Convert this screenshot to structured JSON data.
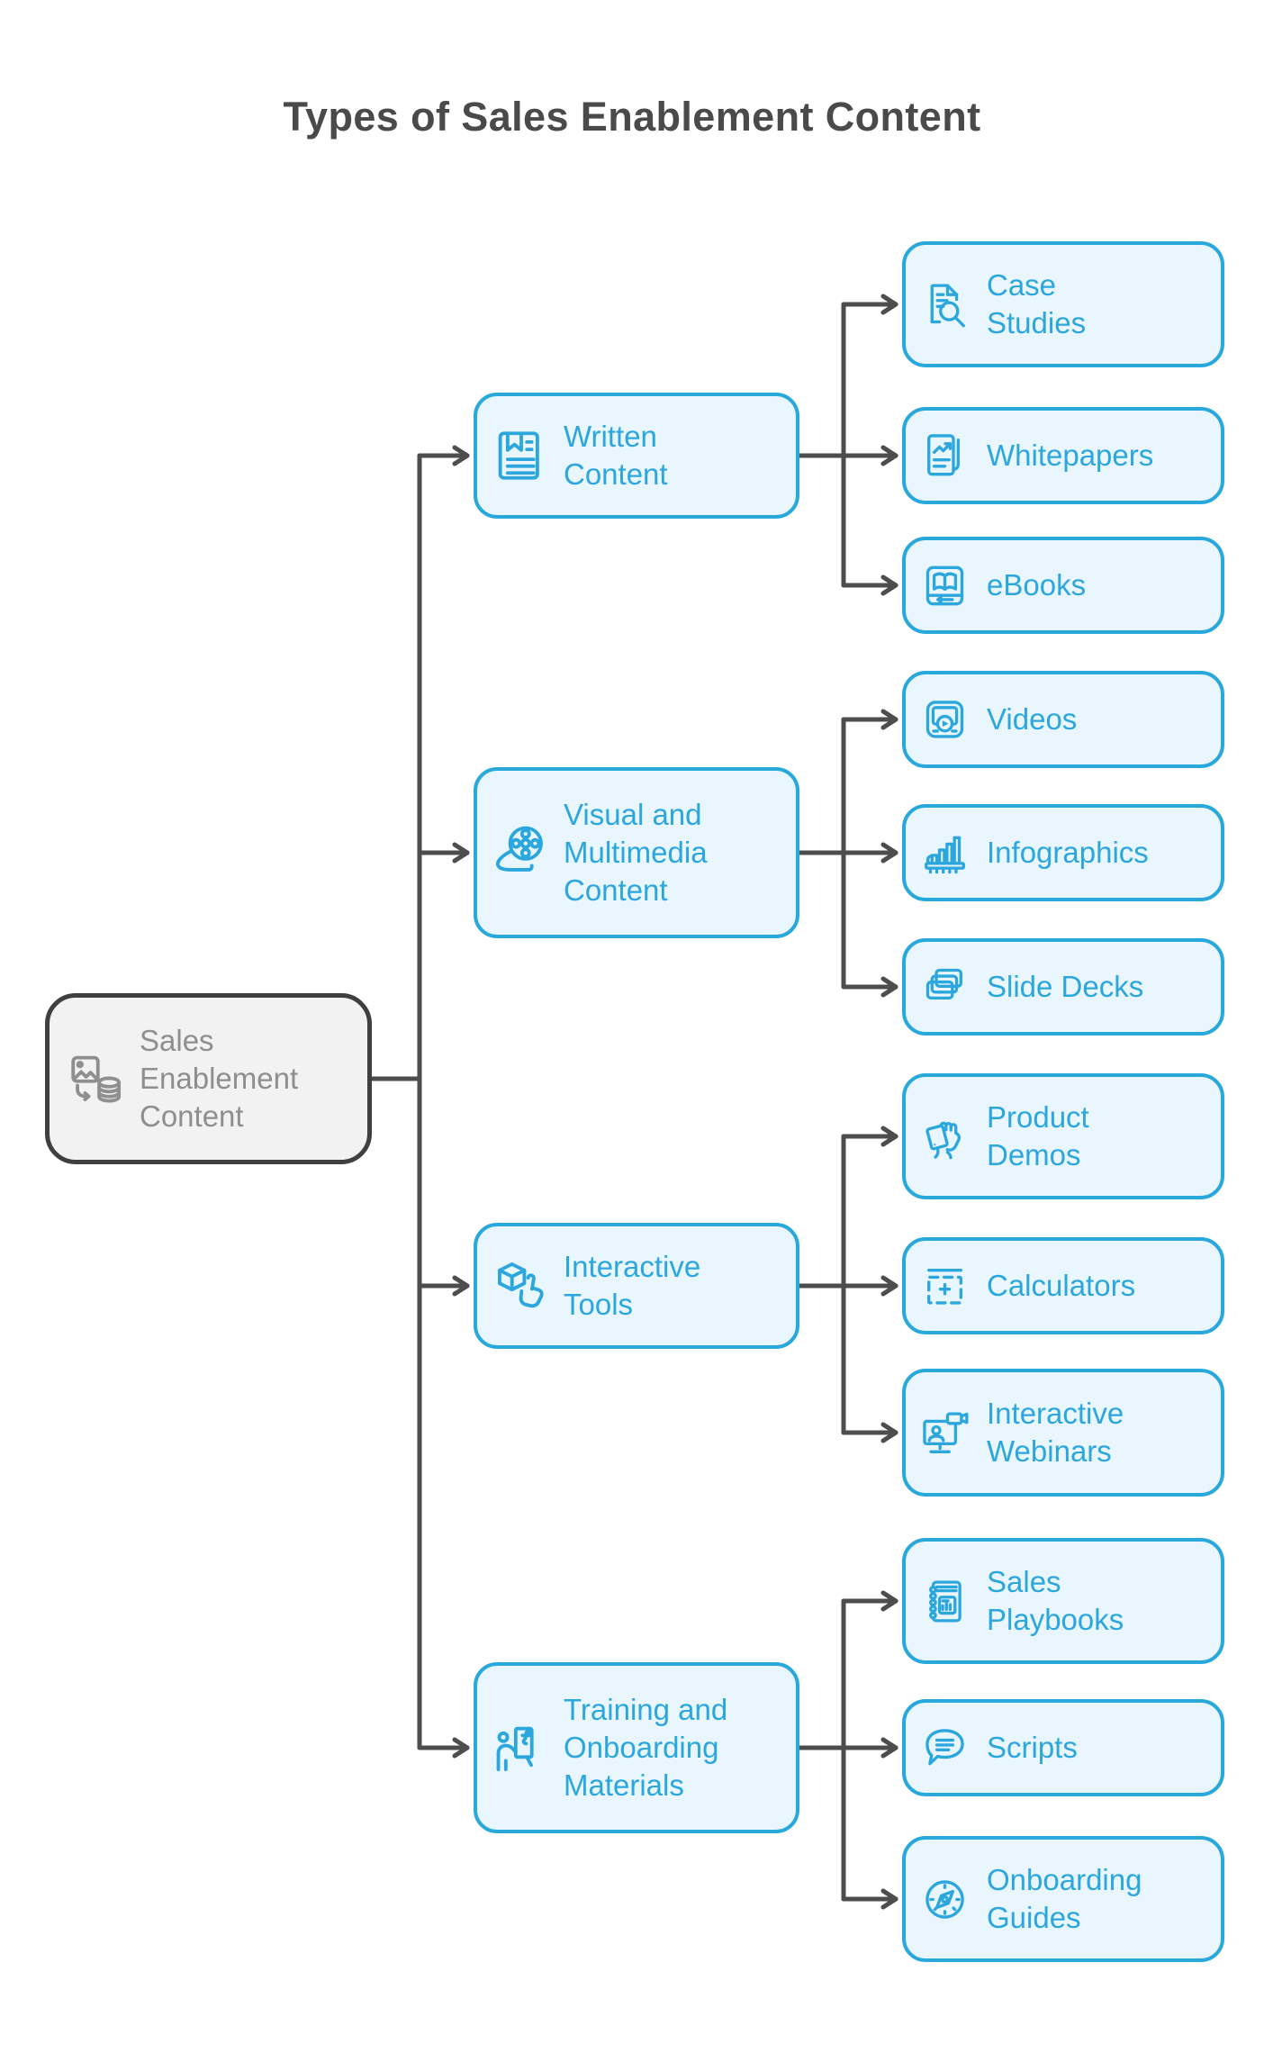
{
  "title": "Types of Sales Enablement Content",
  "colors": {
    "accent": "#29A8DC",
    "accent_fill": "#E9F6FD",
    "accent_text": "#2BA7DE",
    "root_border": "#3F3F3F",
    "root_fill": "#F2F2F3",
    "root_text": "#8E8E8E",
    "connector": "#4D4D4D",
    "title_text": "#4A4A4A",
    "background": "#FFFFFF"
  },
  "root": {
    "label": "Sales Enablement Content",
    "icon": "content-database-icon"
  },
  "branches": [
    {
      "label": "Written Content",
      "icon": "article-icon",
      "children": [
        {
          "label": "Case Studies",
          "icon": "document-search-icon"
        },
        {
          "label": "Whitepapers",
          "icon": "report-chart-icon"
        },
        {
          "label": "eBooks",
          "icon": "ebook-reader-icon"
        }
      ]
    },
    {
      "label": "Visual and Multimedia Content",
      "icon": "film-reel-icon",
      "children": [
        {
          "label": "Videos",
          "icon": "video-player-icon"
        },
        {
          "label": "Infographics",
          "icon": "bar-chart-icon"
        },
        {
          "label": "Slide Decks",
          "icon": "slide-stack-icon"
        }
      ]
    },
    {
      "label": "Interactive Tools",
      "icon": "cube-tap-icon",
      "children": [
        {
          "label": "Product Demos",
          "icon": "hand-device-icon"
        },
        {
          "label": "Calculators",
          "icon": "calculator-frame-icon"
        },
        {
          "label": "Interactive Webinars",
          "icon": "webinar-screen-icon"
        }
      ]
    },
    {
      "label": "Training and Onboarding Materials",
      "icon": "trainer-board-icon",
      "children": [
        {
          "label": "Sales Playbooks",
          "icon": "playbook-icon"
        },
        {
          "label": "Scripts",
          "icon": "speech-bubble-icon"
        },
        {
          "label": "Onboarding Guides",
          "icon": "compass-icon"
        }
      ]
    }
  ]
}
